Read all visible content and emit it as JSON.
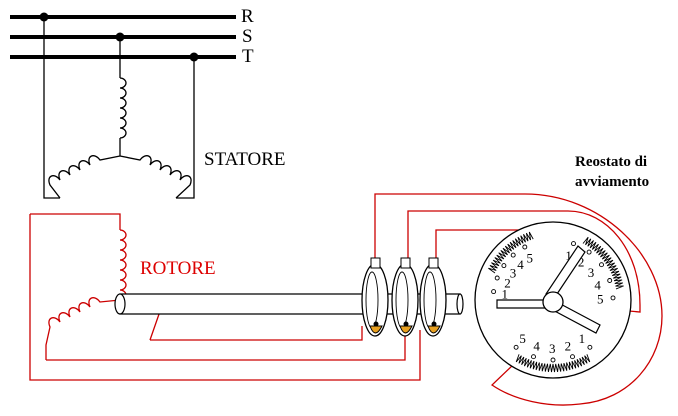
{
  "labels": {
    "phase_r": "R",
    "phase_s": "S",
    "phase_t": "T",
    "stator": "STATORE",
    "rotor": "ROTORE",
    "rheostat_line1": "Reostato di",
    "rheostat_line2": "avviamento"
  },
  "rheostat": {
    "top_left_sector_taps": [
      "5",
      "4",
      "3",
      "2",
      "1"
    ],
    "right_sector_taps": [
      "1",
      "2",
      "3",
      "4",
      "5"
    ],
    "bottom_sector_taps": [
      "5",
      "4",
      "3",
      "2",
      "1"
    ]
  },
  "colors": {
    "conductor": "#000000",
    "rotor_circuit": "#cc0000",
    "rotor_label": "#dd0000",
    "brush": "#e8a020",
    "shaft_fill": "#ffffff"
  }
}
